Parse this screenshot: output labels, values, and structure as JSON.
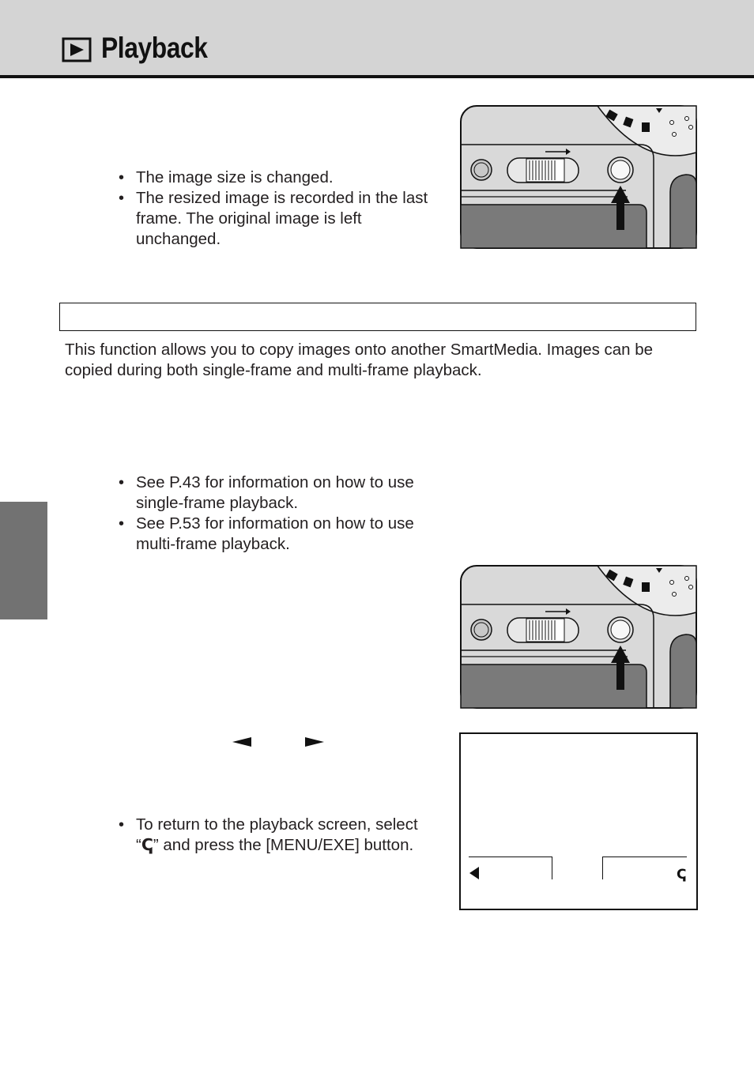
{
  "header": {
    "title": "Playback",
    "icon": "playback-icon"
  },
  "step_resize": {
    "bullets": [
      "The image size is changed.",
      "The resized image is recorded in the last frame. The original image is left unchanged."
    ]
  },
  "section": {
    "title": "",
    "intro": "This function allows you to copy images onto another SmartMedia. Images can be copied during both single-frame and multi-frame playback."
  },
  "step_copy": {
    "bullets": [
      "See P.43 for information on how to use single-frame playback.",
      "See P.53 for information on how to use multi-frame playback."
    ]
  },
  "step_select": {
    "arrow_left": "left-triangle-icon",
    "arrow_right": "right-triangle-icon",
    "bullet_prefix": "To return to the playback screen, select “",
    "return_symbol": "ↅ",
    "bullet_suffix": "” and press the [MENU/EXE] button."
  },
  "lcd": {
    "left_icon": "left-triangle-icon",
    "return_symbol": "ↅ"
  },
  "colors": {
    "header_band": "#d4d4d4",
    "side_tab": "#727272",
    "camera_body": "#d9d9d9",
    "camera_dark": "#7a7a7a"
  }
}
